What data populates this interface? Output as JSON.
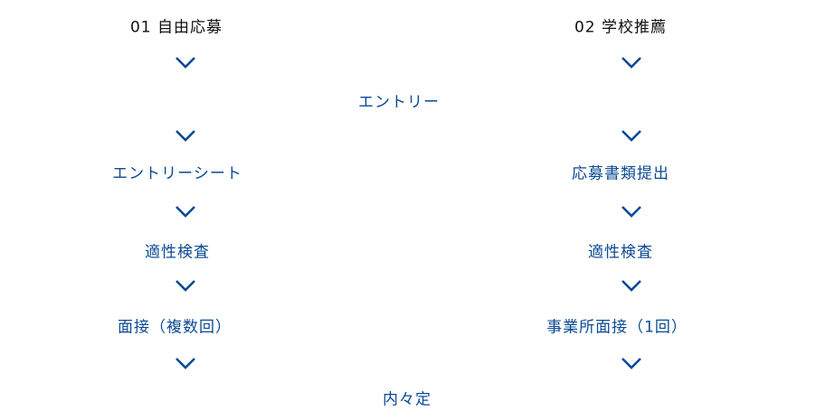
{
  "colors": {
    "accent": "#0b4a94",
    "heading": "#111111"
  },
  "left": {
    "title": "01 自由応募",
    "steps": [
      "エントリーシート",
      "適性検査",
      "面接（複数回）"
    ]
  },
  "right": {
    "title": "02 学校推薦",
    "steps": [
      "応募書類提出",
      "適性検査",
      "事業所面接（1回）"
    ]
  },
  "shared": {
    "start": "エントリー",
    "end": "内々定"
  },
  "icons": {
    "arrow": "chevron-down-icon"
  }
}
